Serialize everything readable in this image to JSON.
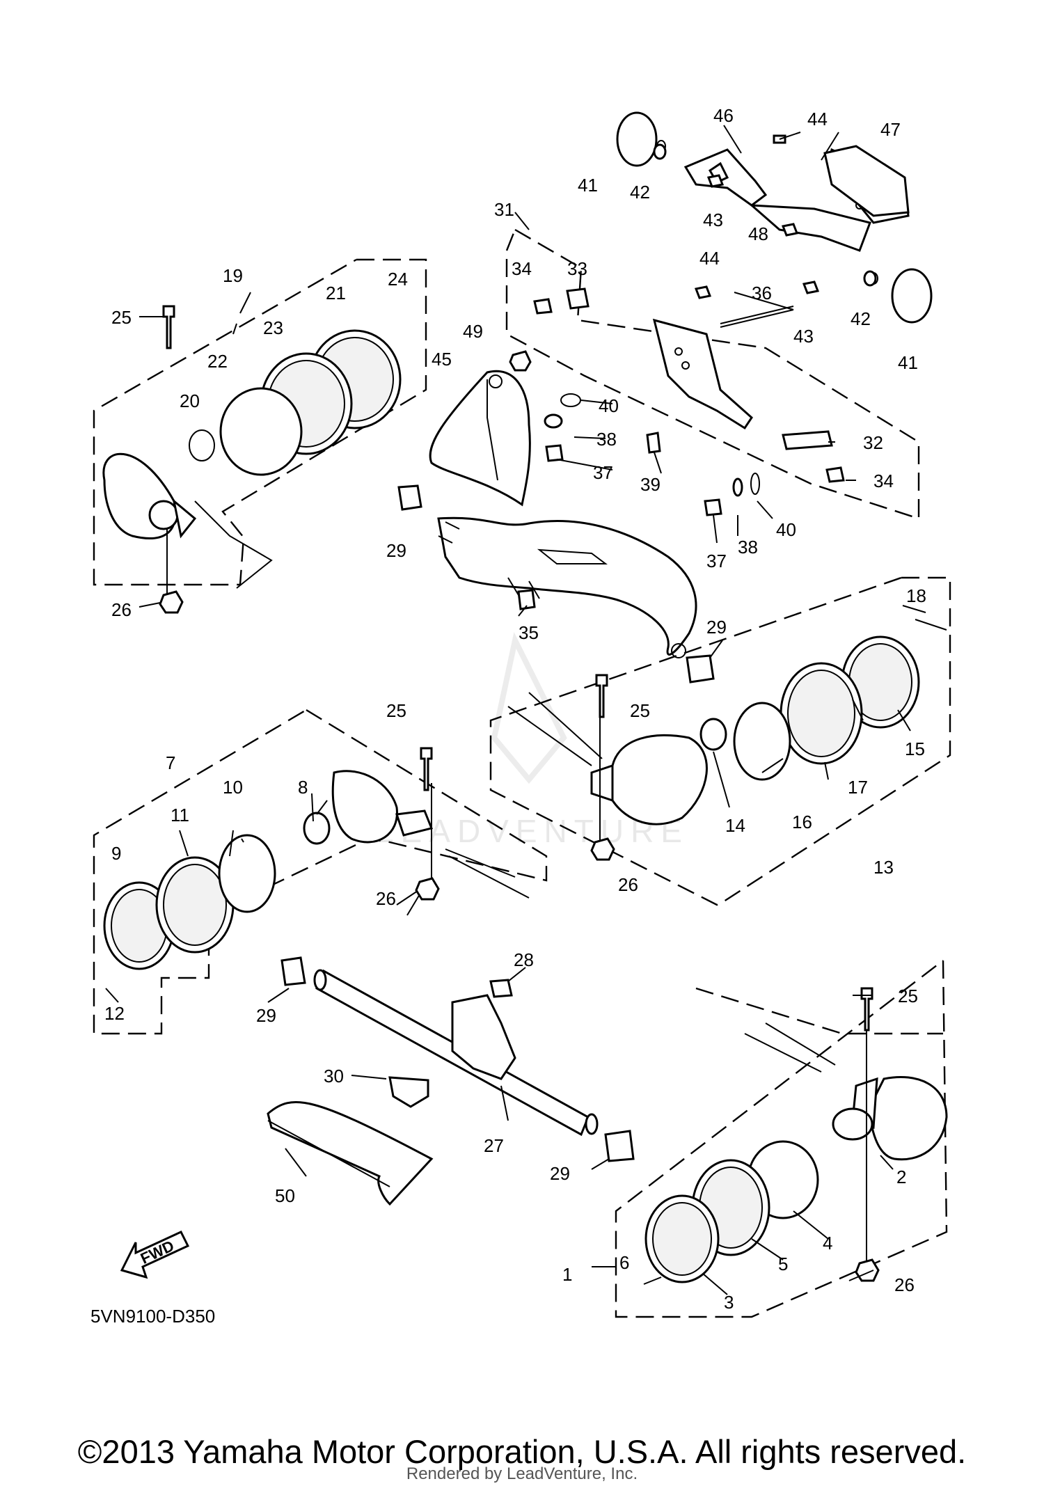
{
  "diagram": {
    "drawing_code": "5VN9100-D350",
    "fwd_label": "FWD",
    "watermark": "LEADVENTURE",
    "callouts": [
      "1",
      "2",
      "3",
      "4",
      "5",
      "6",
      "7",
      "8",
      "9",
      "10",
      "11",
      "12",
      "13",
      "14",
      "15",
      "16",
      "17",
      "18",
      "19",
      "20",
      "21",
      "22",
      "23",
      "24",
      "25",
      "26",
      "27",
      "28",
      "29",
      "30",
      "31",
      "32",
      "33",
      "34",
      "35",
      "36",
      "37",
      "38",
      "39",
      "40",
      "41",
      "42",
      "43",
      "44",
      "45",
      "46",
      "47",
      "48",
      "49",
      "50"
    ]
  },
  "footer": {
    "copyright": "©2013 Yamaha Motor Corporation, U.S.A. All rights reserved.",
    "rendered_by": "Rendered by LeadVenture, Inc."
  }
}
